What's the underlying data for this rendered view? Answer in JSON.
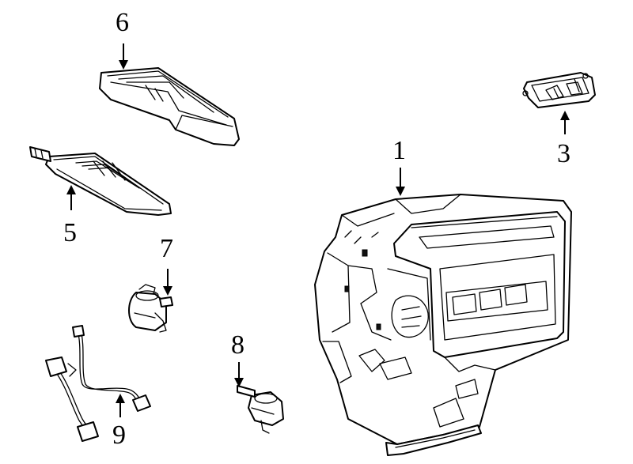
{
  "callouts": [
    {
      "id": "1",
      "label": "1"
    },
    {
      "id": "3",
      "label": "3"
    },
    {
      "id": "5",
      "label": "5"
    },
    {
      "id": "6",
      "label": "6"
    },
    {
      "id": "7",
      "label": "7"
    },
    {
      "id": "8",
      "label": "8"
    },
    {
      "id": "9",
      "label": "9"
    }
  ]
}
